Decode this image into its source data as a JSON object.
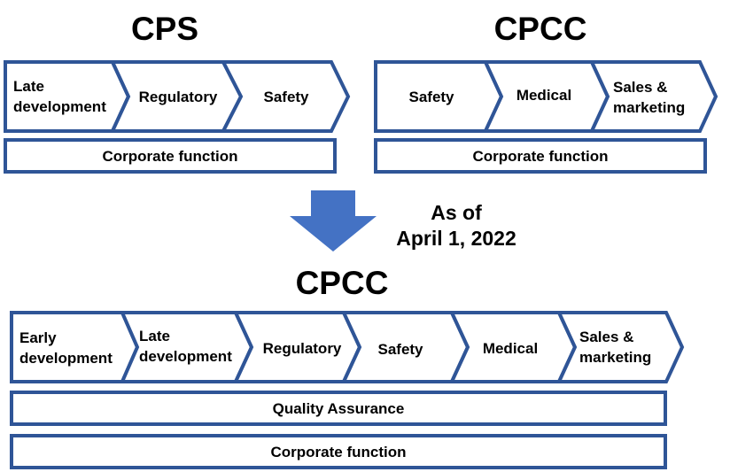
{
  "before": {
    "cps": {
      "title": "CPS",
      "steps": [
        "Late development",
        "Regulatory",
        "Safety"
      ],
      "function_bar": "Corporate function"
    },
    "cpcc": {
      "title": "CPCC",
      "steps": [
        "Safety",
        "Medical",
        "Sales & marketing"
      ],
      "function_bar": "Corporate function"
    }
  },
  "transition": {
    "note_line1": "As of",
    "note_line2": "April 1, 2022",
    "arrow_color": "#4472C4"
  },
  "after": {
    "title": "CPCC",
    "steps": [
      "Early development",
      "Late development",
      "Regulatory",
      "Safety",
      "Medical",
      "Sales & marketing"
    ],
    "bars": [
      "Quality Assurance",
      "Corporate function"
    ]
  },
  "colors": {
    "border": "#2F5597",
    "fill": "#FFFFFF"
  }
}
